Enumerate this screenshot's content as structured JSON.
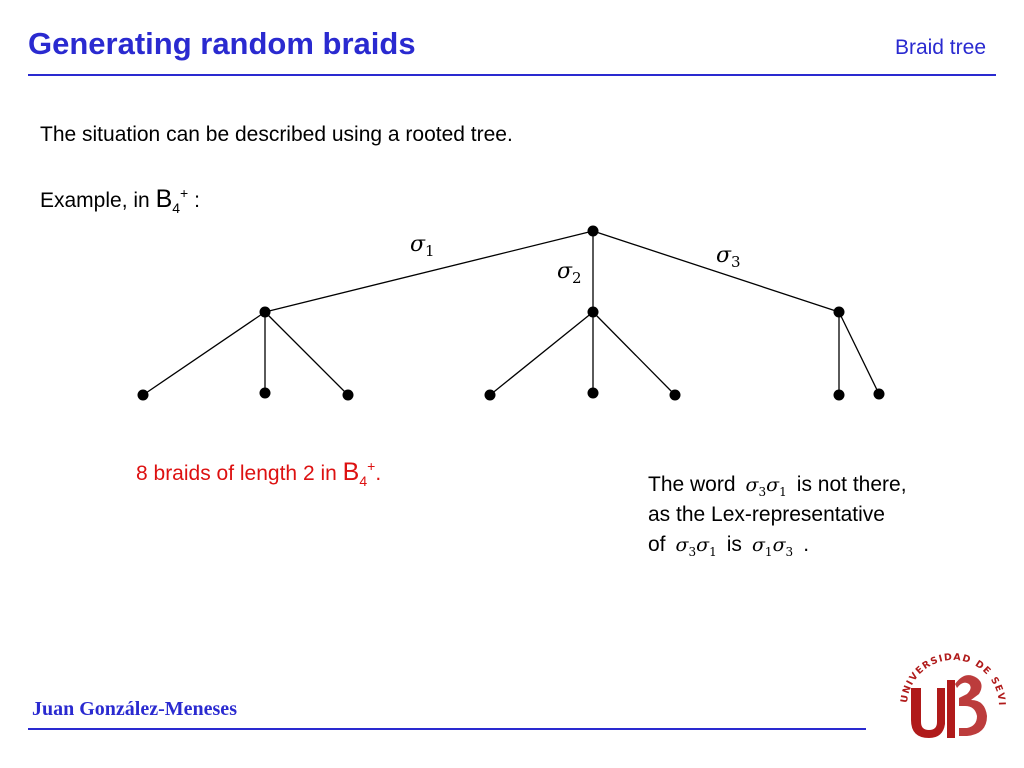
{
  "header": {
    "title": "Generating random braids",
    "section": "Braid tree"
  },
  "intro": "The situation can be described using a rooted tree.",
  "example": {
    "prefix": "Example, in ",
    "group_letter": "B",
    "group_index": "4",
    "group_sup": "+",
    "suffix": " :"
  },
  "tree": {
    "edge_labels": [
      {
        "symbol": "σ",
        "index": "1"
      },
      {
        "symbol": "σ",
        "index": "2"
      },
      {
        "symbol": "σ",
        "index": "3"
      }
    ]
  },
  "count_note": {
    "prefix": "8 braids of length 2 in ",
    "group_letter": "B",
    "group_index": "4",
    "group_sup": "+",
    "suffix": "."
  },
  "word_note": {
    "line1_prefix": "The word",
    "line1_word": {
      "a": "σ",
      "a_index": "3",
      "b": "σ",
      "b_index": "1"
    },
    "line1_suffix": "is not there,",
    "line2": "as the Lex-representative",
    "line3_prefix": "of",
    "line3_word": {
      "a": "σ",
      "a_index": "3",
      "b": "σ",
      "b_index": "1"
    },
    "line3_middle": "is",
    "line3_rep": {
      "a": "σ",
      "a_index": "1",
      "b": "σ",
      "b_index": "3"
    },
    "line3_suffix": "."
  },
  "footer": {
    "author": "Juan González-Meneses",
    "logo_text": "UNIVERSIDAD DE SEVILLA"
  },
  "colors": {
    "accent": "#2a2ad0",
    "note_red": "#dd1111",
    "logo_red": "#b01a1a"
  }
}
